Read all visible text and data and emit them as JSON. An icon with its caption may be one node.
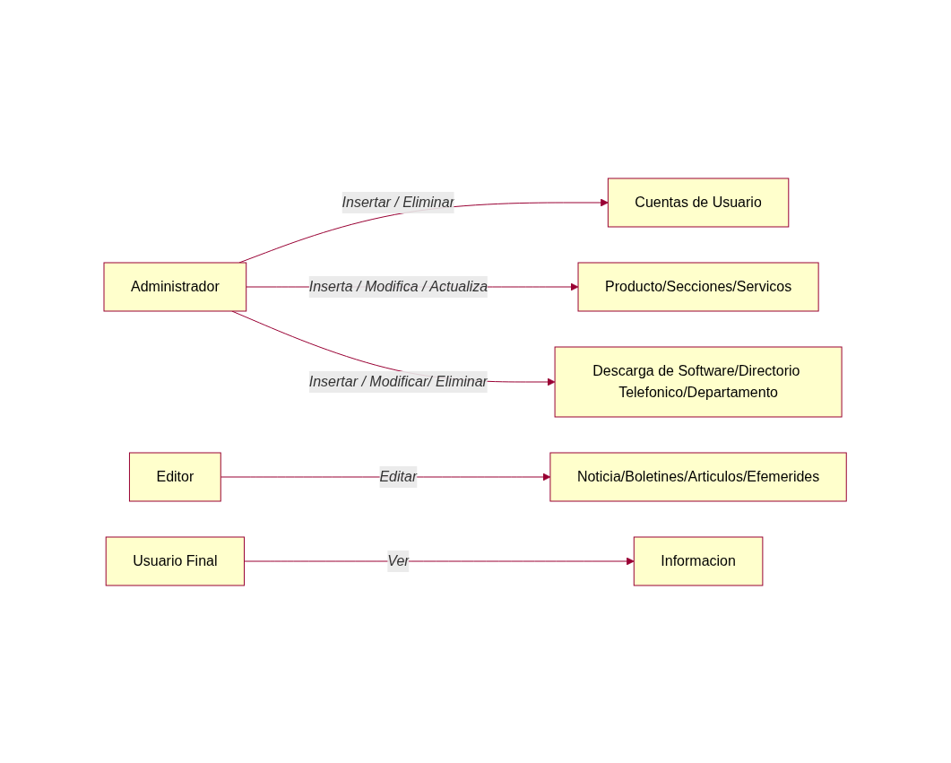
{
  "diagram": {
    "nodes": [
      {
        "text": [
          "Cuentas de Usuario"
        ]
      },
      {
        "text": [
          "Administrador"
        ]
      },
      {
        "text": [
          "Producto/Secciones/Servicos"
        ]
      },
      {
        "text": [
          "Descarga de Software/Directorio Telefonico/Departamento"
        ]
      },
      {
        "text": [
          "Editor"
        ]
      },
      {
        "text": [
          "Noticia/Boletines/Articulos/Efemerides"
        ]
      },
      {
        "text": [
          "Usuario Final"
        ]
      },
      {
        "text": [
          "Informacion"
        ]
      }
    ],
    "edges": [
      {
        "from": 1,
        "to": 0,
        "arrow": "to",
        "label": "Insertar / Eliminar"
      },
      {
        "from": 1,
        "to": 2,
        "arrow": "to",
        "label": "Inserta / Modifica / Actualiza"
      },
      {
        "from": 1,
        "to": 3,
        "arrow": "to",
        "label": "Insertar / Modificar/ Eliminar"
      },
      {
        "from": 4,
        "to": 5,
        "arrow": "to",
        "label": "Editar"
      },
      {
        "from": 6,
        "to": 7,
        "arrow": "to",
        "label": "Ver"
      }
    ]
  }
}
